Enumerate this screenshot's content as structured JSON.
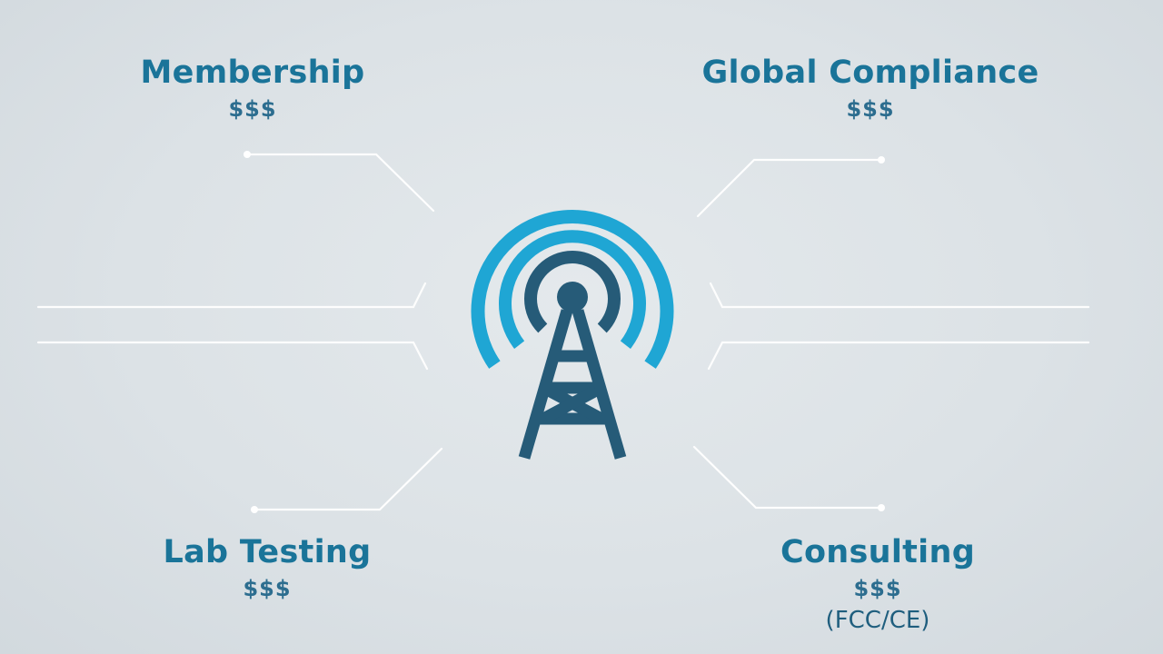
{
  "nodes": {
    "top_left": {
      "title": "Membership",
      "cost": "$$$"
    },
    "top_right": {
      "title": "Global Compliance",
      "cost": "$$$"
    },
    "bottom_left": {
      "title": "Lab Testing",
      "cost": "$$$"
    },
    "bottom_right": {
      "title": "Consulting",
      "cost": "$$$",
      "note": "(FCC/CE)"
    }
  },
  "center_icon": "radio-tower-icon",
  "colors": {
    "background": "#dce2e6",
    "title_text": "#1a7499",
    "cost_text": "#2c6d8f",
    "outer_arc": "#1fa6d4",
    "inner_arc": "#265b78",
    "tower": "#265b78",
    "connector": "#ffffff"
  }
}
